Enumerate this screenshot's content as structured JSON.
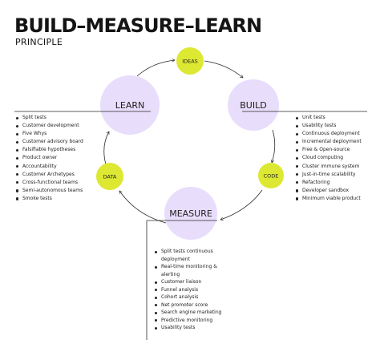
{
  "title": "BUILD–MEASURE–LEARN",
  "subtitle": "PRINCIPLE",
  "colors": {
    "stage_fill": "#e8ddfb",
    "step_fill": "#dde832",
    "line": "#2a2a2a",
    "text": "#1b1b1b"
  },
  "nodes": {
    "learn": "LEARN",
    "build": "BUILD",
    "measure": "MEASURE",
    "ideas": "IDEAS",
    "code": "CODE",
    "data": "DATA"
  },
  "lists": {
    "learn": [
      "Split tests",
      "Customer development",
      "Five Whys",
      "Customer advisory board",
      "Falsifiable hypotheses",
      "Product owner",
      "Accountability",
      "Customer Archetypes",
      "Cross-functional teams",
      "Semi-autonomous teams",
      "Smoke tests"
    ],
    "build": [
      "Unit tests",
      "Usability tests",
      "Continuous deployment",
      "Incremental deployment",
      "Free & Open-source",
      "Cloud computing",
      "Cluster immune system",
      "Just-in-time scalability",
      "Refactoring",
      "Developer sandbox",
      "Minimum viable product"
    ],
    "measure": [
      "Split tests continuous deployment",
      "Real-time monitoring & alerting",
      "Customer liaison",
      "Funnel analysis",
      "Cohort analysis",
      "Net promoter score",
      "Search engine marketing",
      "Predictive monitoring",
      "Usability tests"
    ]
  }
}
